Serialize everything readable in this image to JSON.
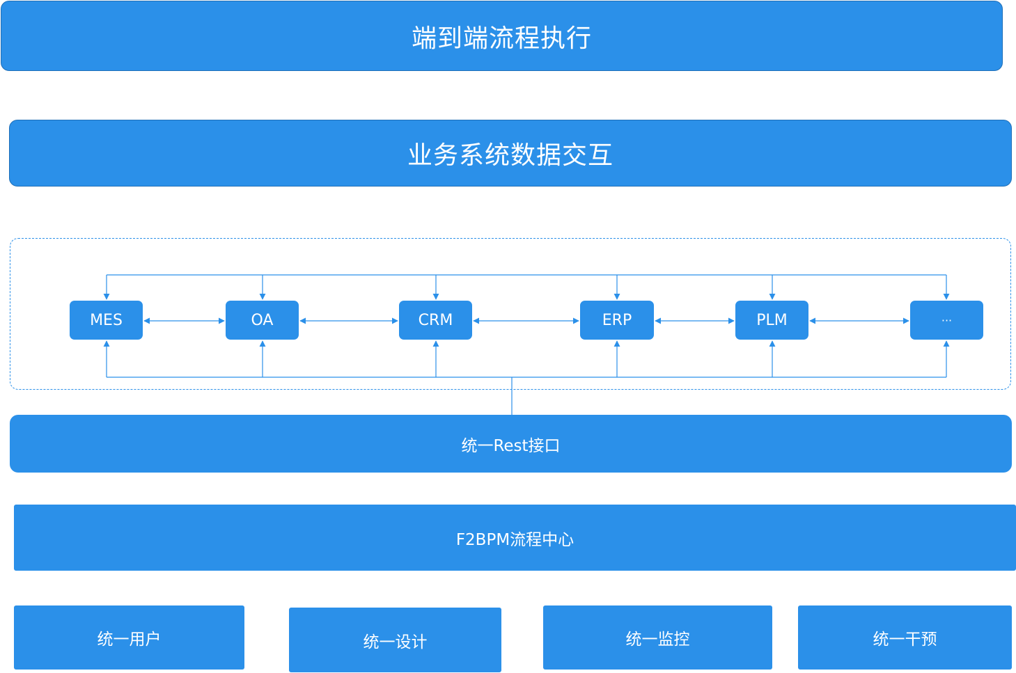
{
  "layers": {
    "e2e_execution": "端到端流程执行",
    "business_data_exchange": "业务系统数据交互",
    "rest_interface": "统一Rest接口",
    "bpm_center": "F2BPM流程中心"
  },
  "systems": [
    {
      "label": "MES"
    },
    {
      "label": "OA"
    },
    {
      "label": "CRM"
    },
    {
      "label": "ERP"
    },
    {
      "label": "PLM"
    },
    {
      "label": "···"
    }
  ],
  "foundations": [
    {
      "label": "统一用户"
    },
    {
      "label": "统一设计"
    },
    {
      "label": "统一监控"
    },
    {
      "label": "统一干预"
    }
  ],
  "colors": {
    "primary": "#2b90e9",
    "border": "#1f6fb8",
    "text": "#ffffff"
  }
}
